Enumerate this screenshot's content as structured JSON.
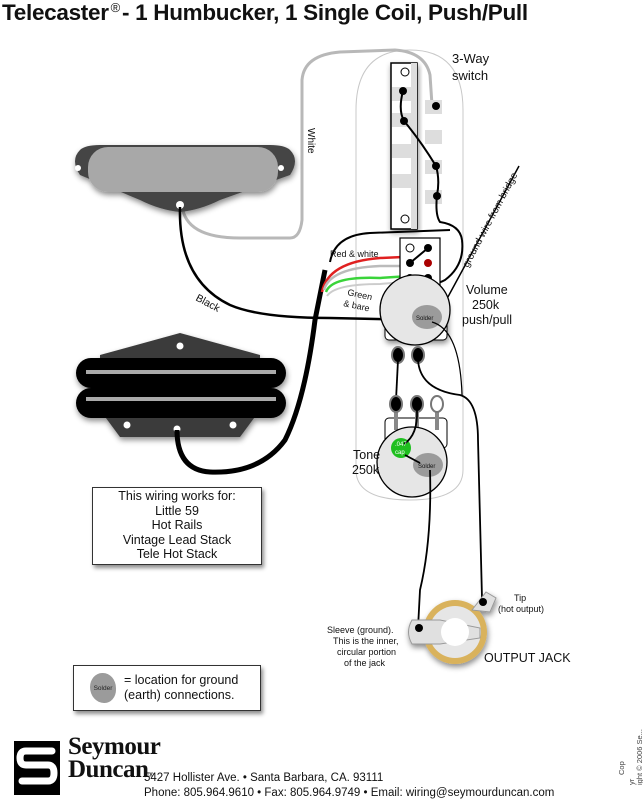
{
  "title": {
    "prefix": "Telecaster",
    "registered_mark": "®",
    "suffix": "- 1 Humbucker, 1 Single Coil, Push/Pull"
  },
  "labels": {
    "switch_line1": "3-Way",
    "switch_line2": "switch",
    "white_wire": "White",
    "black_wire": "Black",
    "ground_wire": "ground wire from bridge",
    "red_white_wire": "Red & white",
    "green_line1": "Green",
    "green_line2": "& bare",
    "volume_line1": "Volume",
    "volume_line2": "250k",
    "volume_line3": "push/pull",
    "solder": "Solder",
    "tone_line1": "Tone",
    "tone_line2": "250k",
    "cap_line1": ".047",
    "cap_line2": "cap",
    "tip_line1": "Tip",
    "tip_line2": "(hot output)",
    "sleeve_line1": "Sleeve (ground).",
    "sleeve_line2": "This is the inner,",
    "sleeve_line3": "circular portion",
    "sleeve_line4": "of the jack",
    "output_jack": "OUTPUT JACK"
  },
  "info_box": {
    "heading": "This wiring works for:",
    "items": [
      "Little 59",
      "Hot Rails",
      "Vintage Lead Stack",
      "Tele Hot Stack"
    ]
  },
  "legend": {
    "blob_label": "Solder",
    "line1": "= location for ground",
    "line2": "(earth) connections."
  },
  "footer": {
    "brand_line1": "Seymour",
    "brand_line2": "Duncan",
    "brand_mark": "®",
    "address": "5427 Hollister Ave. • Santa Barbara, CA. 93111",
    "contact": "Phone: 805.964.9610 • Fax: 805.964.9749 • Email: wiring@seymourduncan.com",
    "copyright_line1": "Cop",
    "copyright_line2": "yr",
    "copyright_line3": "ight © 2006 Se..."
  },
  "colors": {
    "red_wire": "#e02020",
    "green_wire": "#3ad43a",
    "white_wire": "#b8b8b8",
    "cap": "#1fbf1f",
    "jack_ring": "#d9b25c",
    "solder": "#9b9b9b"
  }
}
